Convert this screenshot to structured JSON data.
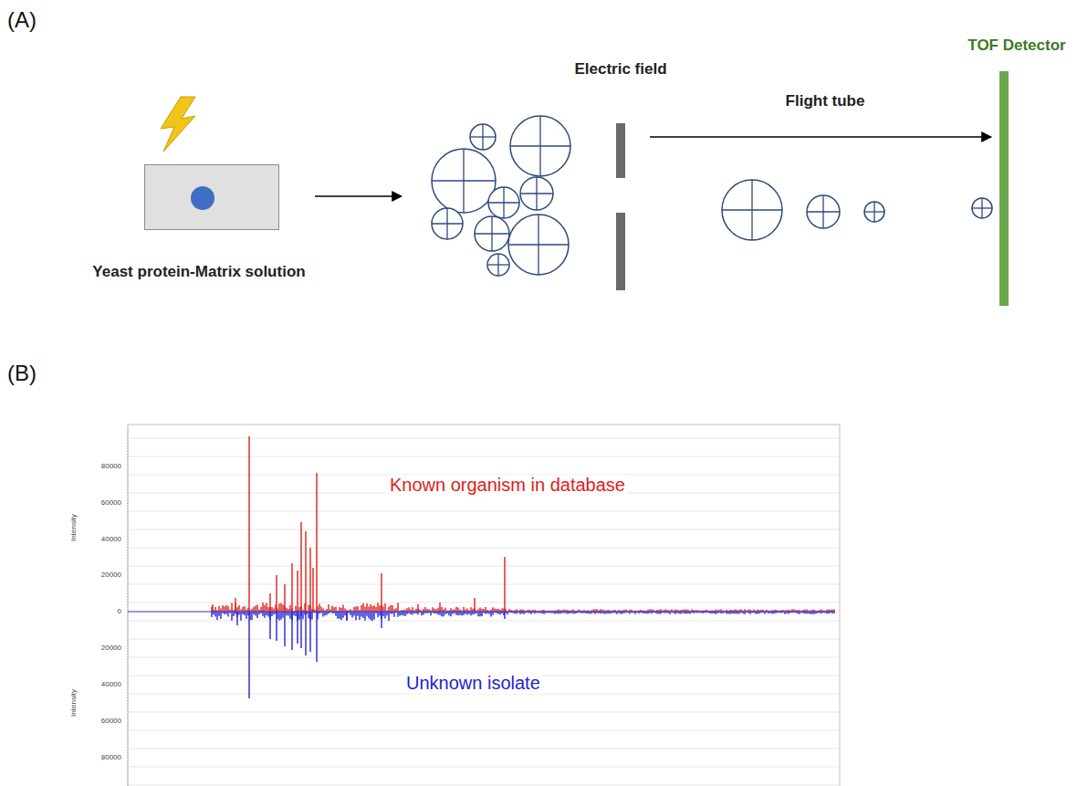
{
  "diagram": {
    "nodes": [
      {
        "text": [
          "Yeast protein-Matrix solution"
        ]
      },
      {
        "text": [
          "TOF Detector"
        ]
      }
    ],
    "labels": [
      "(A)",
      "Electric field",
      "Flight tube",
      "(B)",
      "Known organism in database",
      "Unknown isolate",
      "80000",
      "60000",
      "40000",
      "20000",
      "0",
      "20000",
      "40000",
      "60000",
      "80000",
      "Intensity",
      "Intensity"
    ]
  }
}
